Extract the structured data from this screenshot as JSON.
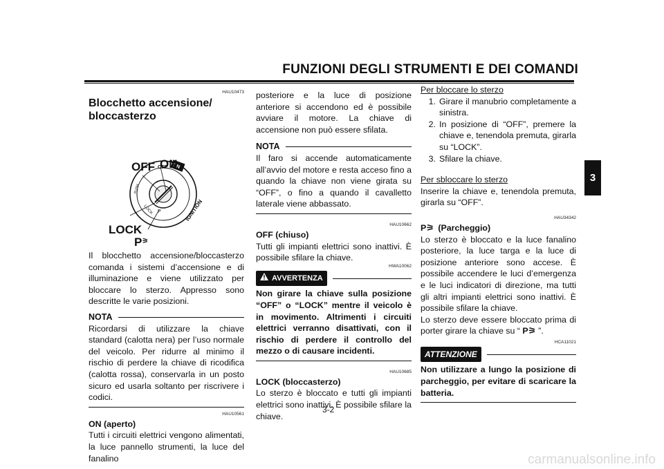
{
  "header": {
    "title": "FUNZIONI DEGLI STRUMENTI E DEI COMANDI"
  },
  "tab": {
    "number": "3"
  },
  "page_number": "3-2",
  "watermark": "carmanualsonline.info",
  "col1": {
    "code": "HAU10473",
    "title": "Blocchetto accensione/\nbloccasterzo",
    "diagram": {
      "labels": {
        "off": "OFF",
        "on": "ON",
        "lock": "LOCK",
        "p": "P"
      },
      "dial_text": [
        "OFF",
        "ON",
        "IGNITION",
        "LOCK",
        "P"
      ]
    },
    "intro": "Il blocchetto accensione/bloccasterzo comanda i sistemi d’accensione e di illuminazione e viene utilizzato per bloccare lo sterzo. Appresso sono descritte le varie posizioni.",
    "nota_label": "NOTA",
    "nota_text": "Ricordarsi di utilizzare la chiave standard (calotta nera) per l’uso normale del veicolo. Per ridurre al minimo il rischio di perdere la chiave di ricodifica (calotta rossa), conservarla in un posto sicuro ed usarla soltanto per riscrivere i codici.",
    "on_code": "HAU10561",
    "on_title": "ON (aperto)",
    "on_text": "Tutti i circuiti elettrici vengono alimentati, la luce pannello strumenti, la luce del fanalino"
  },
  "col2": {
    "cont_text": "posteriore e la luce di posizione anteriore si accendono ed è possibile avviare il motore. La chiave di accensione non può essere sfilata.",
    "nota_label": "NOTA",
    "nota_text": "Il faro si accende automaticamente all’avvio del motore e resta acceso fino a quando la chiave non viene girata su “OFF”, o fino a quando il cavalletto laterale viene abbassato.",
    "off_code": "HAU10662",
    "off_title": "OFF (chiuso)",
    "off_text": "Tutti gli impianti elettrici sono inattivi. È possibile sfilare la chiave.",
    "warn_code": "HWA10062",
    "warn_label": "AVVERTENZA",
    "warn_text": "Non girare la chiave sulla posizione “OFF” o “LOCK” mentre il veicolo è in movimento. Altrimenti i circuiti elettrici verranno disattivati, con il rischio di perdere il controllo del mezzo o di causare incidenti.",
    "lock_code": "HAU10685",
    "lock_title": "LOCK (bloccasterzo)",
    "lock_text": "Lo sterzo è bloccato e tutti gli impianti elettrici sono inattivi. È possibile sfilare la chiave."
  },
  "col3": {
    "lock_heading": "Per bloccare lo sterzo",
    "lock_steps": [
      {
        "n": "1.",
        "text": "Girare il manubrio completamente a sinistra."
      },
      {
        "n": "2.",
        "text": "In posizione di “OFF”, premere la chiave e, tenendola premuta, girarla su “LOCK”."
      },
      {
        "n": "3.",
        "text": "Sfilare la chiave."
      }
    ],
    "unlock_heading": "Per sbloccare lo sterzo",
    "unlock_text": "Inserire la chiave e, tenendola premuta, girarla su “OFF”.",
    "park_code": "HAU34342",
    "park_title": "(Parcheggio)",
    "park_text1": "Lo sterzo è bloccato e la luce fanalino posteriore, la luce targa e la luce di posizione anteriore sono accese. È possibile accendere le luci d’emergenza e le luci indicatori di direzione, ma tutti gli altri impianti elettrici sono inattivi. È possibile sfilare la chiave.",
    "park_text2a": "Lo sterzo deve essere bloccato prima di porter girare la chiave su “",
    "park_text2b": "”.",
    "caution_code": "HCA11021",
    "caution_label": "ATTENZIONE",
    "caution_text": "Non utilizzare a lungo la posizione di parcheggio, per evitare di scaricare la batteria."
  }
}
